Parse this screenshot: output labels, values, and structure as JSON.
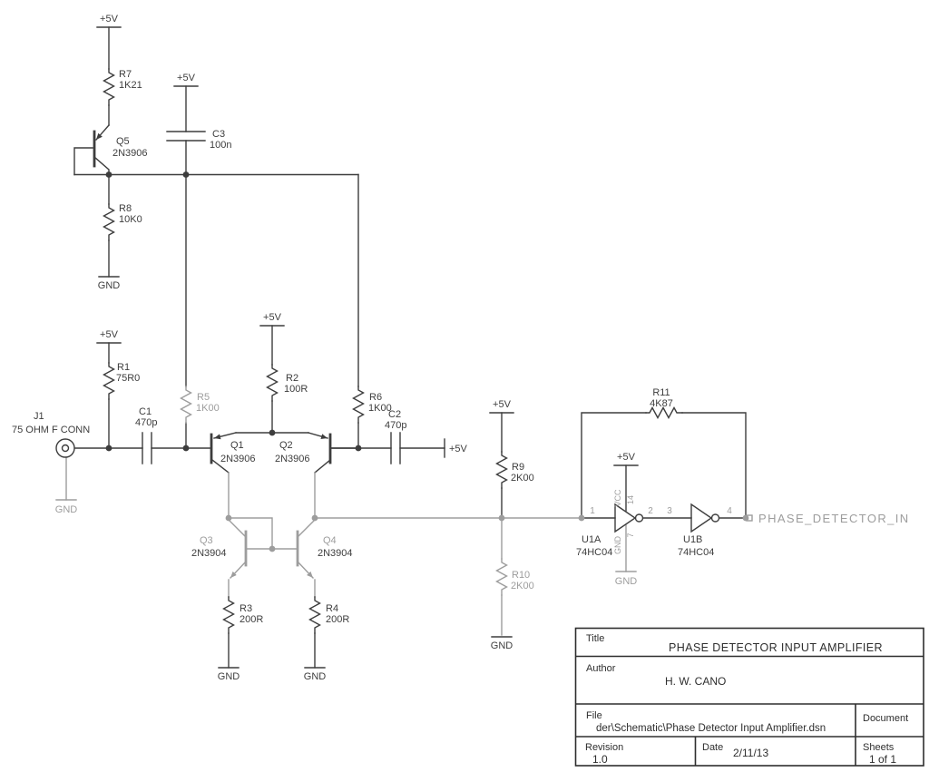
{
  "colors": {
    "line": "#3d3d3d",
    "gray": "#9d9d9d",
    "bg": "#ffffff"
  },
  "labels": {
    "power": "+5V",
    "ground": "GND"
  },
  "connector": {
    "ref": "J1",
    "desc": "75 OHM F CONN"
  },
  "resistors": {
    "r1": {
      "ref": "R1",
      "val": "75R0"
    },
    "r2": {
      "ref": "R2",
      "val": "100R"
    },
    "r3": {
      "ref": "R3",
      "val": "200R"
    },
    "r4": {
      "ref": "R4",
      "val": "200R"
    },
    "r5": {
      "ref": "R5",
      "val": "1K00"
    },
    "r6": {
      "ref": "R6",
      "val": "1K00"
    },
    "r7": {
      "ref": "R7",
      "val": "1K21"
    },
    "r8": {
      "ref": "R8",
      "val": "10K0"
    },
    "r9": {
      "ref": "R9",
      "val": "2K00"
    },
    "r10": {
      "ref": "R10",
      "val": "2K00"
    },
    "r11": {
      "ref": "R11",
      "val": "4K87"
    }
  },
  "capacitors": {
    "c1": {
      "ref": "C1",
      "val": "470p"
    },
    "c2": {
      "ref": "C2",
      "val": "470p"
    },
    "c3": {
      "ref": "C3",
      "val": "100n"
    }
  },
  "transistors": {
    "q1": {
      "ref": "Q1",
      "part": "2N3906"
    },
    "q2": {
      "ref": "Q2",
      "part": "2N3906"
    },
    "q3": {
      "ref": "Q3",
      "part": "2N3904"
    },
    "q4": {
      "ref": "Q4",
      "part": "2N3904"
    },
    "q5": {
      "ref": "Q5",
      "part": "2N3906"
    }
  },
  "gates": {
    "u1a": {
      "ref": "U1A",
      "part": "74HC04",
      "pin_in": "1",
      "pin_out": "2",
      "pin_vcc": "14",
      "pin_gnd": "7",
      "vcc": "VCC",
      "gnd": "GND"
    },
    "u1b": {
      "ref": "U1B",
      "part": "74HC04",
      "pin_in": "3",
      "pin_out": "4"
    }
  },
  "net": {
    "phase_detector_in": "PHASE_DETECTOR_IN"
  },
  "title_block": {
    "title_label": "Title",
    "title": "PHASE DETECTOR INPUT AMPLIFIER",
    "author_label": "Author",
    "author": "H. W. CANO",
    "file_label": "File",
    "file_path": "der\\Schematic\\Phase Detector Input Amplifier.dsn",
    "document_label": "Document",
    "revision_label": "Revision",
    "revision": "1.0",
    "date_label": "Date",
    "date": "2/11/13",
    "sheets_label": "Sheets",
    "sheets": "1 of 1"
  }
}
